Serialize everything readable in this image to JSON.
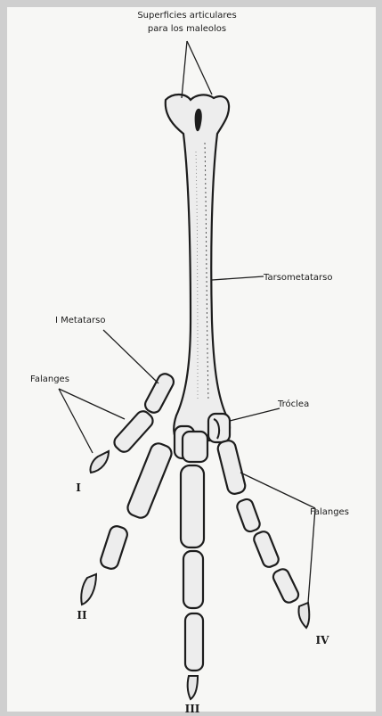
{
  "labels": {
    "superficies_line1": "Superficies articulares",
    "superficies_line2": "para los maleolos",
    "tarsometatarso": "Tarsometatarso",
    "metatarso": "I Metatarso",
    "falanges_left": "Falanges",
    "troclea": "Tróclea",
    "falanges_right": "Falanges"
  },
  "digits": {
    "I": "I",
    "II": "II",
    "III": "III",
    "IV": "IV"
  },
  "colors": {
    "paper": "#cfcfcf",
    "ink": "#1d1d1d",
    "bone": "#ededed"
  }
}
